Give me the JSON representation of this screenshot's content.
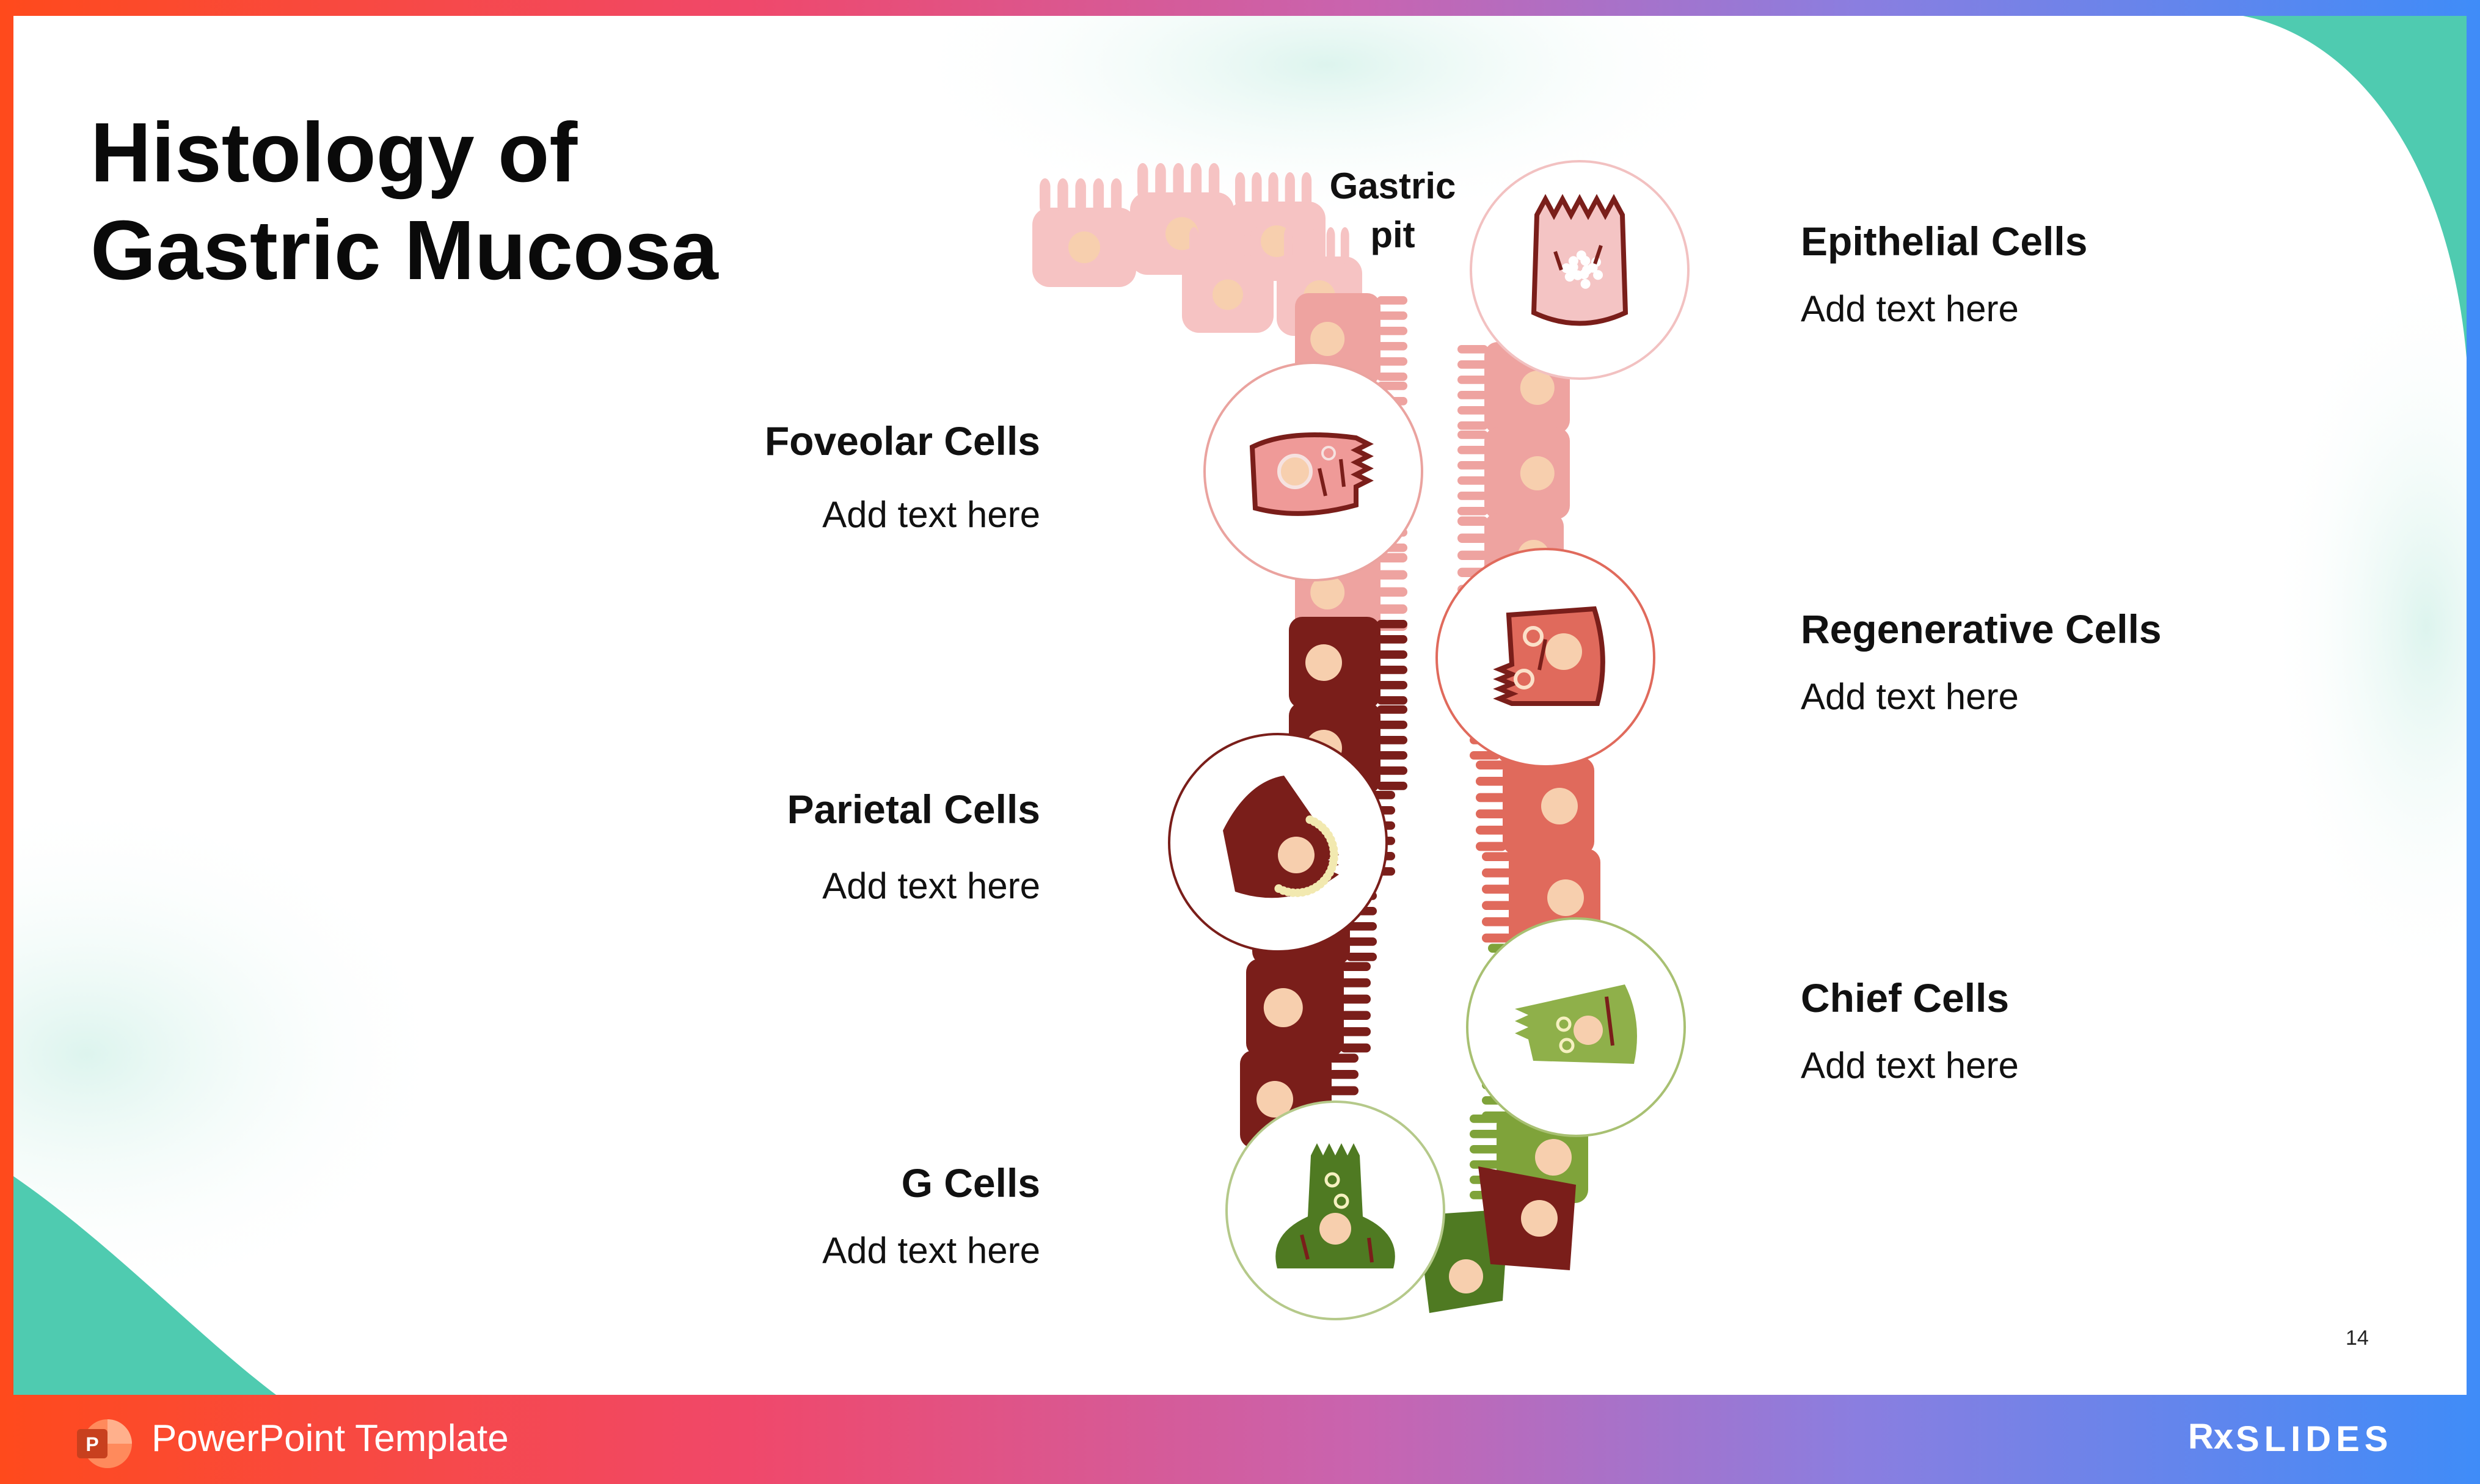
{
  "slide": {
    "title_line1": "Histology of",
    "title_line2": "Gastric Mucosa",
    "gastric_pit_line1": "Gastric",
    "gastric_pit_line2": "pit",
    "page_number": "14"
  },
  "cells": [
    {
      "name": "Epithelial Cells",
      "text": "Add text here",
      "icon": "epithelial-cell-icon"
    },
    {
      "name": "Foveolar Cells",
      "text": "Add text here",
      "icon": "foveolar-cell-icon"
    },
    {
      "name": "Regenerative Cells",
      "text": "Add text here",
      "icon": "regenerative-cell-icon"
    },
    {
      "name": "Parietal Cells",
      "text": "Add text here",
      "icon": "parietal-cell-icon"
    },
    {
      "name": "Chief Cells",
      "text": "Add text here",
      "icon": "chief-cell-icon"
    },
    {
      "name": "G Cells",
      "text": "Add text here",
      "icon": "g-cell-icon"
    }
  ],
  "footer": {
    "template_label": "PowerPoint Template",
    "brand_rx": "Rx",
    "brand_name": "SLIDES"
  },
  "colors": {
    "pale_pink": "#f6c3c3",
    "pink": "#eea3a0",
    "salmon": "#e06a5c",
    "dark_red": "#7a1e1a",
    "green": "#7fa33a",
    "dark_green": "#4f7a22",
    "nucleus": "#f7cfae",
    "teal": "#4fcbb0"
  }
}
